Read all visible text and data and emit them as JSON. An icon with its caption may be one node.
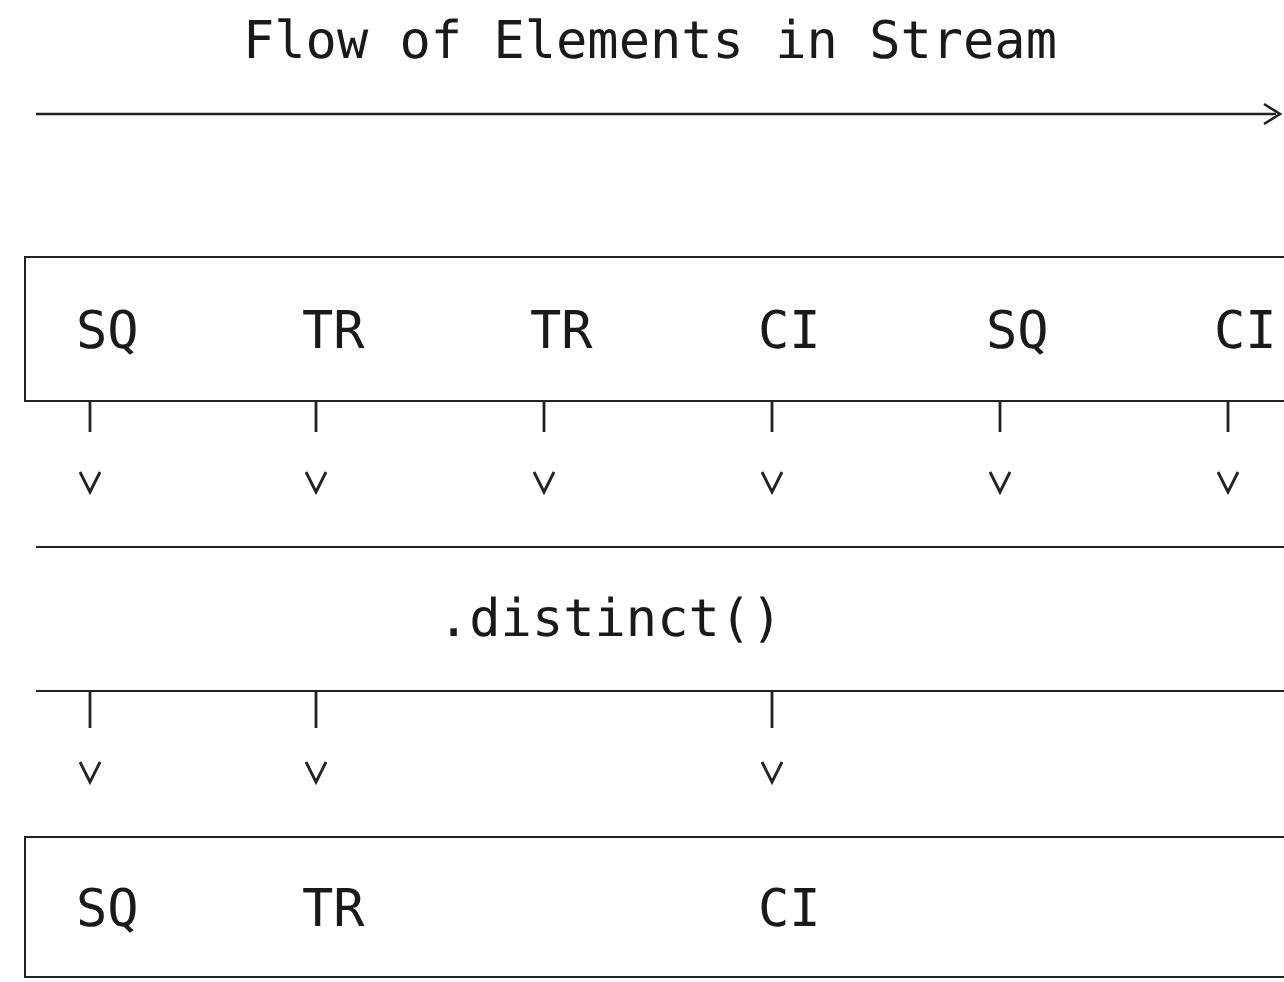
{
  "diagram": {
    "title": "Flow of Elements in Stream",
    "nodes": [
      {
        "text": [],
        "shape": "box"
      },
      {
        "text": [
          "SQ"
        ],
        "in": 0
      },
      {
        "text": [
          "TR"
        ],
        "in": 0
      },
      {
        "text": [
          "TR"
        ],
        "in": 0
      },
      {
        "text": [
          "CI"
        ],
        "in": 0
      },
      {
        "text": [
          "SQ"
        ],
        "in": 0
      },
      {
        "text": [
          "CI"
        ],
        "in": 0
      },
      {
        "text": [
          ".distinct()"
        ]
      },
      {
        "text": [],
        "shape": "box"
      },
      {
        "text": [
          "SQ"
        ],
        "in": 8
      },
      {
        "text": [
          "TR"
        ],
        "in": 8
      },
      {
        "text": [
          "CI"
        ],
        "in": 8
      }
    ],
    "edges": [
      {
        "from": 1,
        "to": 7,
        "arrow": "to"
      },
      {
        "from": 2,
        "to": 7,
        "arrow": "to"
      },
      {
        "from": 3,
        "to": 7,
        "arrow": "to"
      },
      {
        "from": 4,
        "to": 7,
        "arrow": "to"
      },
      {
        "from": 5,
        "to": 7,
        "arrow": "to"
      },
      {
        "from": 6,
        "to": 7,
        "arrow": "to"
      },
      {
        "from": 7,
        "to": 9,
        "arrow": "to"
      },
      {
        "from": 7,
        "to": 10,
        "arrow": "to"
      },
      {
        "from": 7,
        "to": 11,
        "arrow": "to"
      }
    ]
  }
}
